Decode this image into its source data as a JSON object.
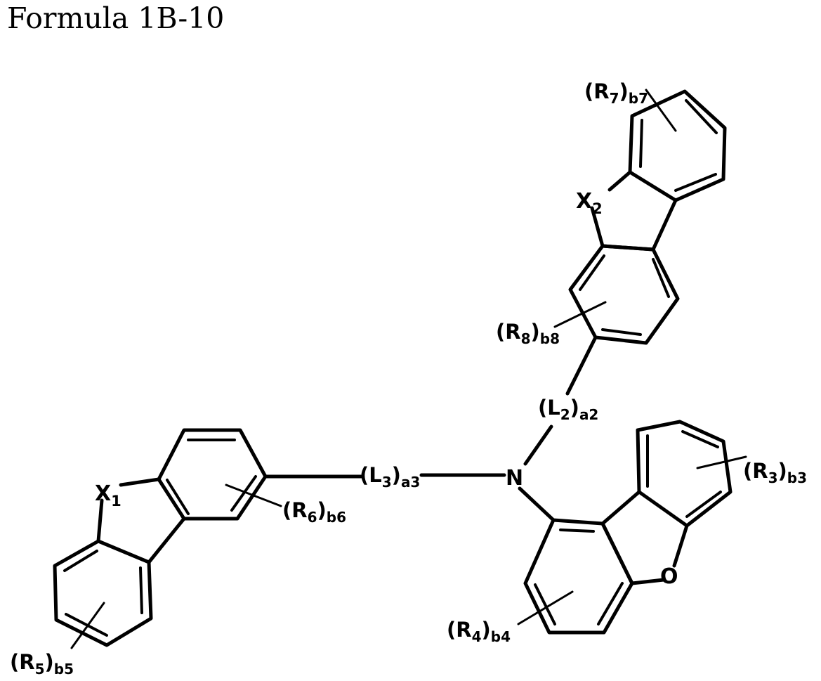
{
  "title": "Formula 1B-10",
  "atoms": {
    "N": "N",
    "O": "O",
    "X1": {
      "base": "X",
      "sub": "1"
    },
    "X2": {
      "base": "X",
      "sub": "2"
    }
  },
  "substituents": {
    "R3": {
      "open": "(",
      "base": "R",
      "sub": "3",
      "close": ")",
      "count": "b3"
    },
    "R4": {
      "open": "(",
      "base": "R",
      "sub": "4",
      "close": ")",
      "count": "b4"
    },
    "R5": {
      "open": "(",
      "base": "R",
      "sub": "5",
      "close": ")",
      "count": "b5"
    },
    "R6": {
      "open": "(",
      "base": "R",
      "sub": "6",
      "close": ")",
      "count": "b6"
    },
    "R7": {
      "open": "(",
      "base": "R",
      "sub": "7",
      "close": ")",
      "count": "b7"
    },
    "R8": {
      "open": "(",
      "base": "R",
      "sub": "8",
      "close": ")",
      "count": "b8"
    }
  },
  "linkers": {
    "L2": {
      "open": "(",
      "base": "L",
      "sub": "2",
      "close": ")",
      "count": "a2"
    },
    "L3": {
      "open": "(",
      "base": "L",
      "sub": "3",
      "close": ")",
      "count": "a3"
    }
  }
}
